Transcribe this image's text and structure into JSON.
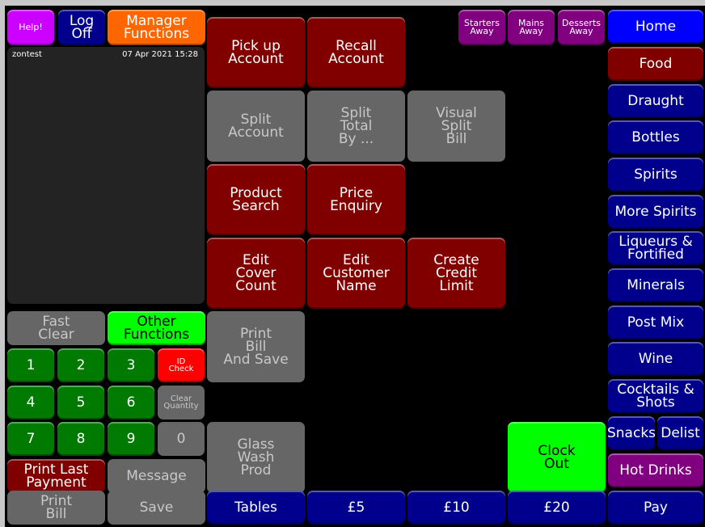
{
  "header": {
    "help": "Help!",
    "log_off": "Log\nOff",
    "manager_functions": "Manager\nFunctions"
  },
  "receipt": {
    "user": "zontest",
    "datetime": "07 Apr 2021  15:28"
  },
  "course_buttons": [
    "Starters\nAway",
    "Mains\nAway",
    "Desserts\nAway"
  ],
  "functions": {
    "pick_up_account": "Pick up\nAccount",
    "recall_account": "Recall\nAccount",
    "split_account": "Split\nAccount",
    "split_total_by": "Split\nTotal\nBy ...",
    "visual_split_bill": "Visual\nSplit\nBill",
    "product_search": "Product\nSearch",
    "price_enquiry": "Price\nEnquiry",
    "edit_cover_count": "Edit\nCover\nCount",
    "edit_customer_name": "Edit\nCustomer\nName",
    "create_credit_limit": "Create\nCredit\nLimit",
    "print_bill_and_save": "Print\nBill\nAnd Save",
    "glass_wash_prod": "Glass\nWash\nProd",
    "clock_out": "Clock\nOut"
  },
  "keypad": {
    "fast_clear": "Fast\nClear",
    "other_functions": "Other\nFunctions",
    "keys": [
      "1",
      "2",
      "3",
      "4",
      "5",
      "6",
      "7",
      "8",
      "9",
      "0"
    ],
    "id_check": "ID\nCheck",
    "clear_quantity": "Clear\nQuantity",
    "print_last_payment": "Print Last\nPayment",
    "message": "Message",
    "print_bill": "Print\nBill",
    "save": "Save"
  },
  "bottom_bar": [
    "Tables",
    "£5",
    "£10",
    "£20",
    "Pay"
  ],
  "categories": {
    "home": "Home",
    "items": [
      "Food",
      "Draught",
      "Bottles",
      "Spirits",
      "More Spirits",
      "Liqueurs &\nFortified",
      "Minerals",
      "Post Mix",
      "Wine",
      "Cocktails &\nShots"
    ],
    "snacks": "Snacks",
    "delist": "Delist",
    "hot_drinks": "Hot Drinks"
  },
  "colors": {
    "background": "#000000",
    "red": "#800000",
    "grey": "#666666",
    "blue": "#00008c",
    "home_blue": "#0000ff",
    "purple": "#800080",
    "help_magenta": "#cc00ff",
    "orange": "#ff6600",
    "keypad_green": "#007a00",
    "lime": "#00ff00",
    "id_red": "#ff0000"
  }
}
